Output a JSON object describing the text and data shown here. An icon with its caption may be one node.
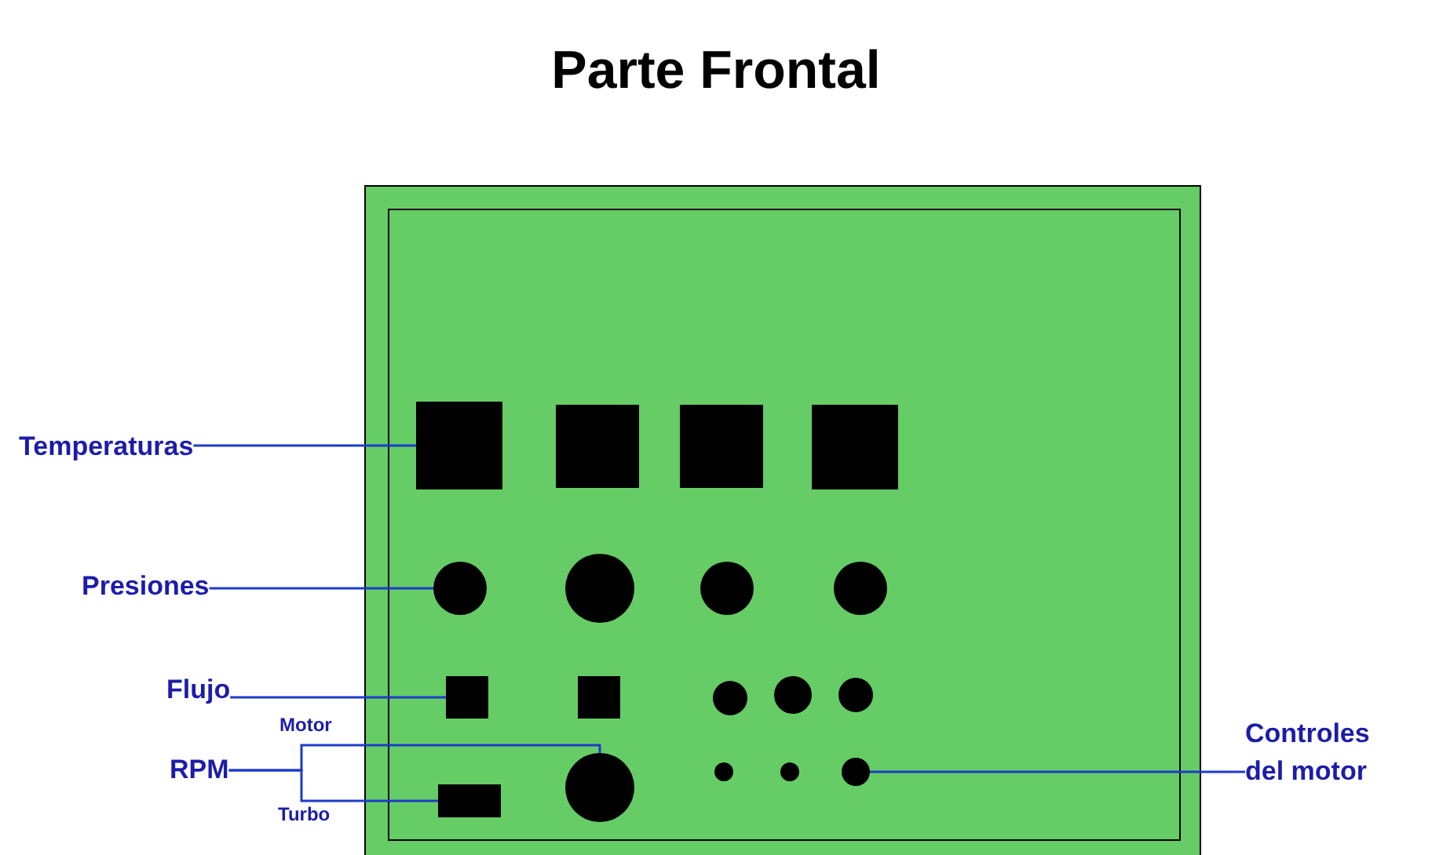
{
  "diagram": {
    "title": "Parte Frontal",
    "nodes": [
      {
        "text": [
          "Temperaturas"
        ]
      },
      {
        "text": [],
        "shape": "box"
      },
      {
        "text": [],
        "shape": "box"
      },
      {
        "text": [],
        "shape": "box"
      },
      {
        "text": [],
        "shape": "box"
      },
      {
        "text": [
          "Presiones"
        ]
      },
      {
        "text": [],
        "shape": "circle"
      },
      {
        "text": [],
        "shape": "circle"
      },
      {
        "text": [],
        "shape": "circle"
      },
      {
        "text": [],
        "shape": "circle"
      },
      {
        "text": [
          "Flujo"
        ]
      },
      {
        "text": [],
        "shape": "box"
      },
      {
        "text": [],
        "shape": "box"
      },
      {
        "text": [],
        "shape": "circle"
      },
      {
        "text": [],
        "shape": "circle"
      },
      {
        "text": [],
        "shape": "circle"
      },
      {
        "text": [
          "Controles del motor"
        ]
      },
      {
        "text": [],
        "shape": "circle"
      },
      {
        "text": [],
        "shape": "circle"
      },
      {
        "text": [],
        "shape": "circle"
      },
      {
        "text": [
          "RPM"
        ]
      },
      {
        "text": [],
        "shape": "box"
      },
      {
        "text": [],
        "shape": "circle"
      }
    ],
    "edges": [
      {
        "from": 0,
        "to": 1,
        "arrow": "none"
      },
      {
        "from": 5,
        "to": 6,
        "arrow": "none"
      },
      {
        "from": 10,
        "to": 11,
        "arrow": "none"
      },
      {
        "from": 20,
        "to": 22,
        "arrow": "none",
        "label": "Motor"
      },
      {
        "from": 20,
        "to": 21,
        "arrow": "none",
        "label": "Turbo"
      },
      {
        "from": 16,
        "to": 19,
        "arrow": "none"
      }
    ]
  }
}
